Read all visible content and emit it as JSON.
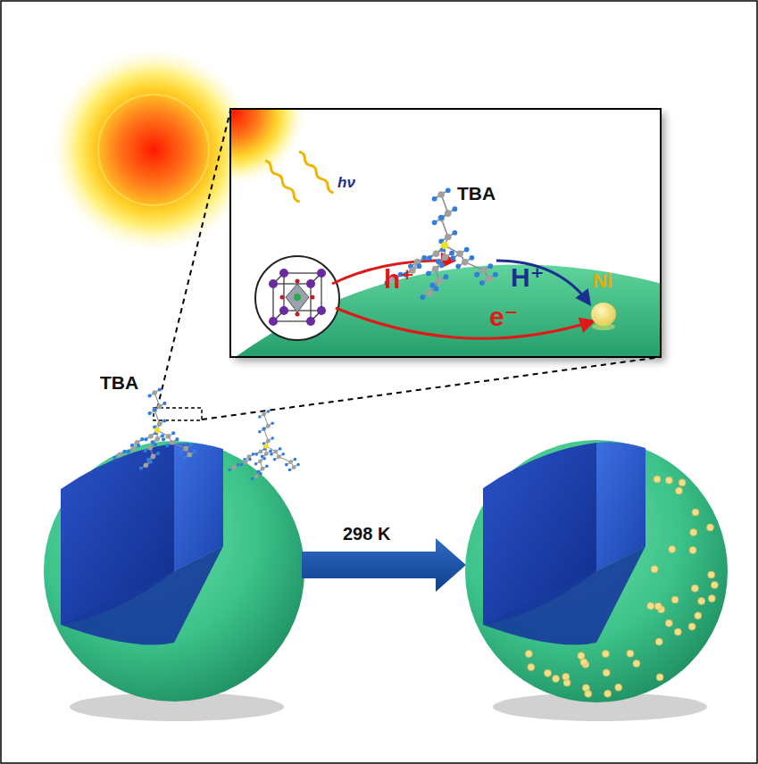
{
  "diagram": {
    "labels": [
      "hν",
      "TBA",
      "h⁺",
      "H⁺",
      "e⁻",
      "Ni",
      "TBA",
      "298 K"
    ]
  }
}
